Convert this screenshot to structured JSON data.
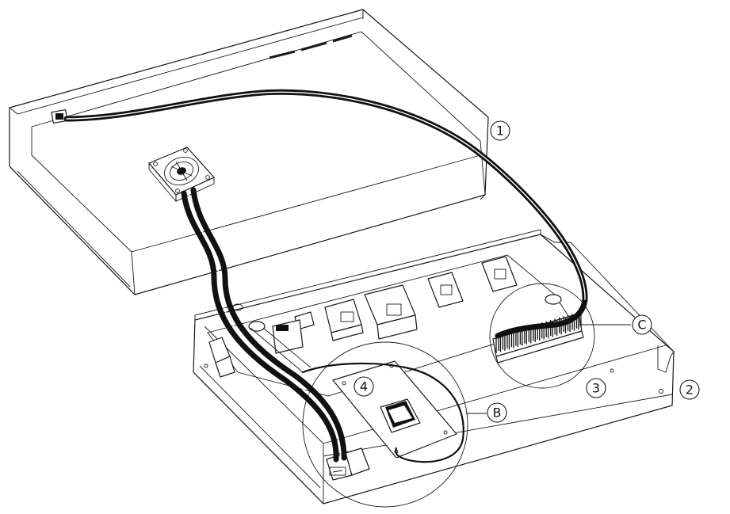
{
  "callouts": {
    "c1": "1",
    "c2": "2",
    "c3": "3",
    "c4": "4",
    "cB": "B",
    "cC": "C"
  },
  "parts": {
    "lid": "top-cover",
    "chassis": "base-chassis",
    "fan": "fan-icon",
    "board": "circuit-board",
    "cable_main": "fan-power-cable",
    "cable_fan": "fan-cable",
    "header": "pin-header",
    "power_module": "power-module"
  },
  "colors": {
    "line": "#1a1a1a",
    "cable": "#111111",
    "background": "#ffffff"
  }
}
